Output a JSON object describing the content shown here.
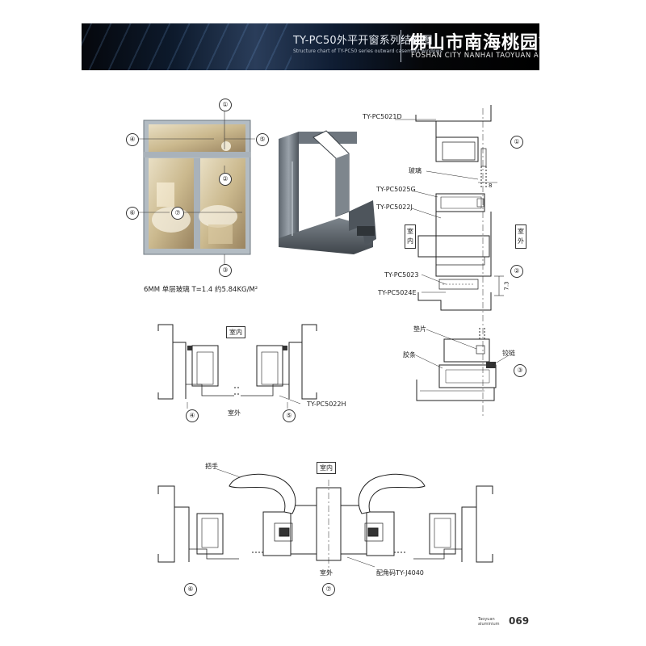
{
  "header": {
    "title": "TY-PC50外平开窗系列结构图",
    "subtitle": "Structure chart of TY-PC50 series outward casement windows",
    "company_cn": "佛山市南海桃园铝业",
    "company_en": "FOSHAN CITY NANHAI TAOYUAN ALUMINIUM"
  },
  "window_photo": {
    "glass_note": "6MM 单层玻璃  T=1.4  约5.84KG/M²",
    "callouts": [
      "①",
      "②",
      "③",
      "④",
      "⑤",
      "⑥",
      "⑦"
    ]
  },
  "vertical_section": {
    "parts": [
      "TY-PC5021D",
      "TY-PC5025G",
      "TY-PC5022J",
      "TY-PC5023",
      "TY-PC5024E"
    ],
    "glass_label": "玻璃",
    "dim_8": "8",
    "dim_7_3": "7.3",
    "indoor": "室内",
    "outdoor": "室外",
    "gasket": "垫片",
    "rubber_strip": "胶条",
    "hinge": "铰链",
    "refs": [
      "①",
      "②",
      "③"
    ]
  },
  "section_45": {
    "indoor": "室内",
    "outdoor": "室外",
    "part": "TY-PC5022H",
    "refs": [
      "④",
      "⑤"
    ]
  },
  "section_67": {
    "handle": "把手",
    "indoor": "室内",
    "outdoor": "室外",
    "corner": "配角码TY-J4040",
    "refs": [
      "⑥",
      "⑦"
    ]
  },
  "footer": {
    "brand_line1": "Taoyuan",
    "brand_line2": "aluminium",
    "page_number": "069"
  }
}
